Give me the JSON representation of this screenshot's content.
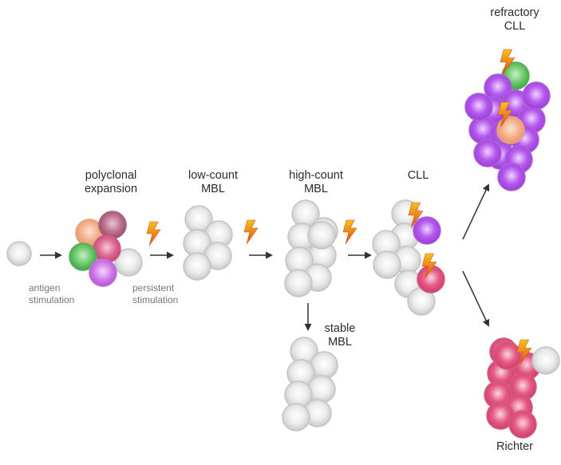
{
  "stages": {
    "polyclonal": [
      "polyclonal",
      "expansion"
    ],
    "low_count": [
      "low-count",
      "MBL"
    ],
    "high_count": [
      "high-count",
      "MBL"
    ],
    "cll": "CLL",
    "refractory": [
      "refractory",
      "CLL"
    ],
    "stable": [
      "stable",
      "MBL"
    ],
    "richter": "Richter"
  },
  "transitions": {
    "antigen": [
      "antigen",
      "stimulation"
    ],
    "persistent": [
      "persistent",
      "stimulation"
    ]
  },
  "colors": {
    "normal_cell": "#d9d9d9",
    "orange_clone": "#f0a070",
    "maroon_clone": "#b05a7a",
    "green_clone": "#5cc060",
    "pink_clone": "#d0507a",
    "violet_clone": "#c060e0",
    "cll_clone": "#a040d8",
    "richter_clone": "#e04070",
    "arrow": "#333333",
    "lightning_top": "#f6c21a",
    "lightning_bottom": "#e24a1a"
  },
  "icons": [
    "mutation-lightning-icon",
    "arrow-icon"
  ]
}
